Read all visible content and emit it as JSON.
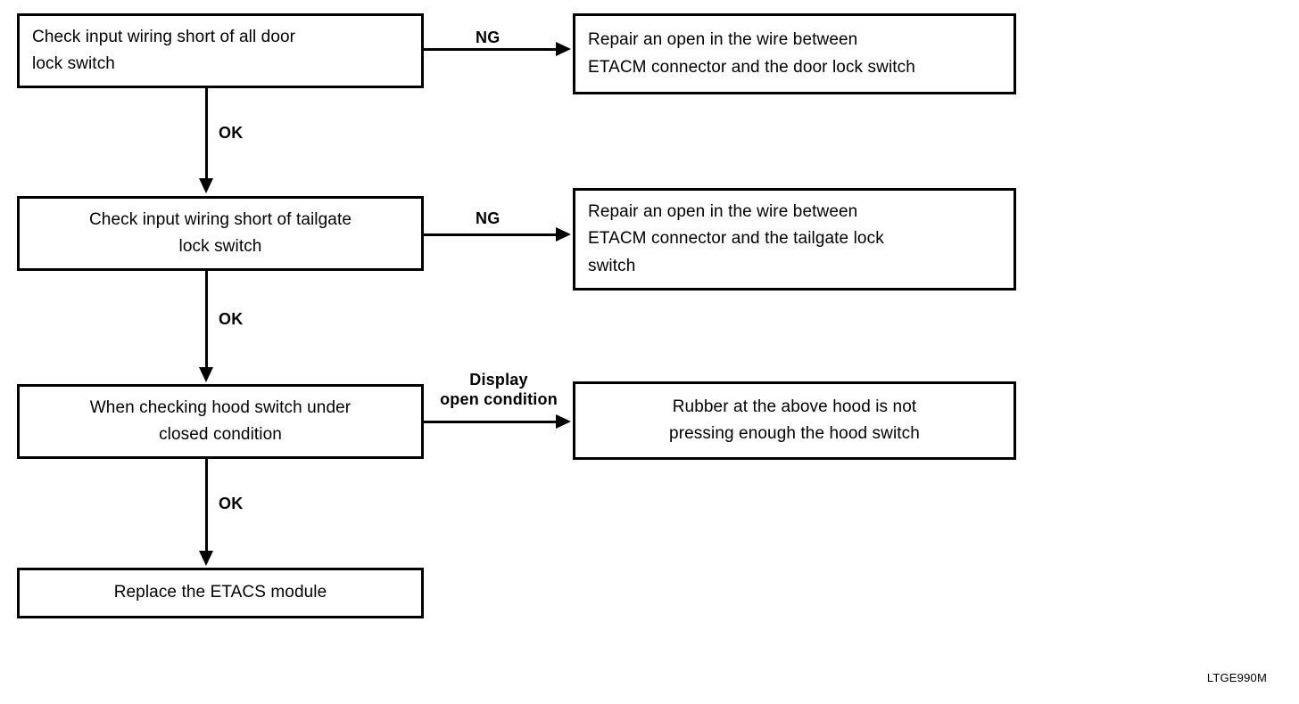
{
  "diagram": {
    "type": "troubleshooting-flowchart",
    "figure_code": "LTGE990M",
    "nodes": {
      "door_lock_check": "Check input wiring short of all door\nlock switch",
      "door_lock_repair": "Repair an open in the wire between\nETACM connector and the door lock switch",
      "tailgate_check": "Check input wiring short of tailgate\nlock switch",
      "tailgate_repair": "Repair an open in the wire between\nETACM connector and the tailgate lock\nswitch",
      "hood_check": "When checking hood switch under\nclosed condition",
      "hood_rubber": "Rubber at the above hood is not\npressing enough the hood switch",
      "replace_etacs": "Replace the ETACS module"
    },
    "edge_labels": {
      "ng_1": "NG",
      "ng_2": "NG",
      "open_condition": "Display\nopen condition",
      "ok_1": "OK",
      "ok_2": "OK",
      "ok_3": "OK"
    },
    "colors": {
      "line": "#000000",
      "background": "#ffffff",
      "text": "#000000"
    }
  }
}
